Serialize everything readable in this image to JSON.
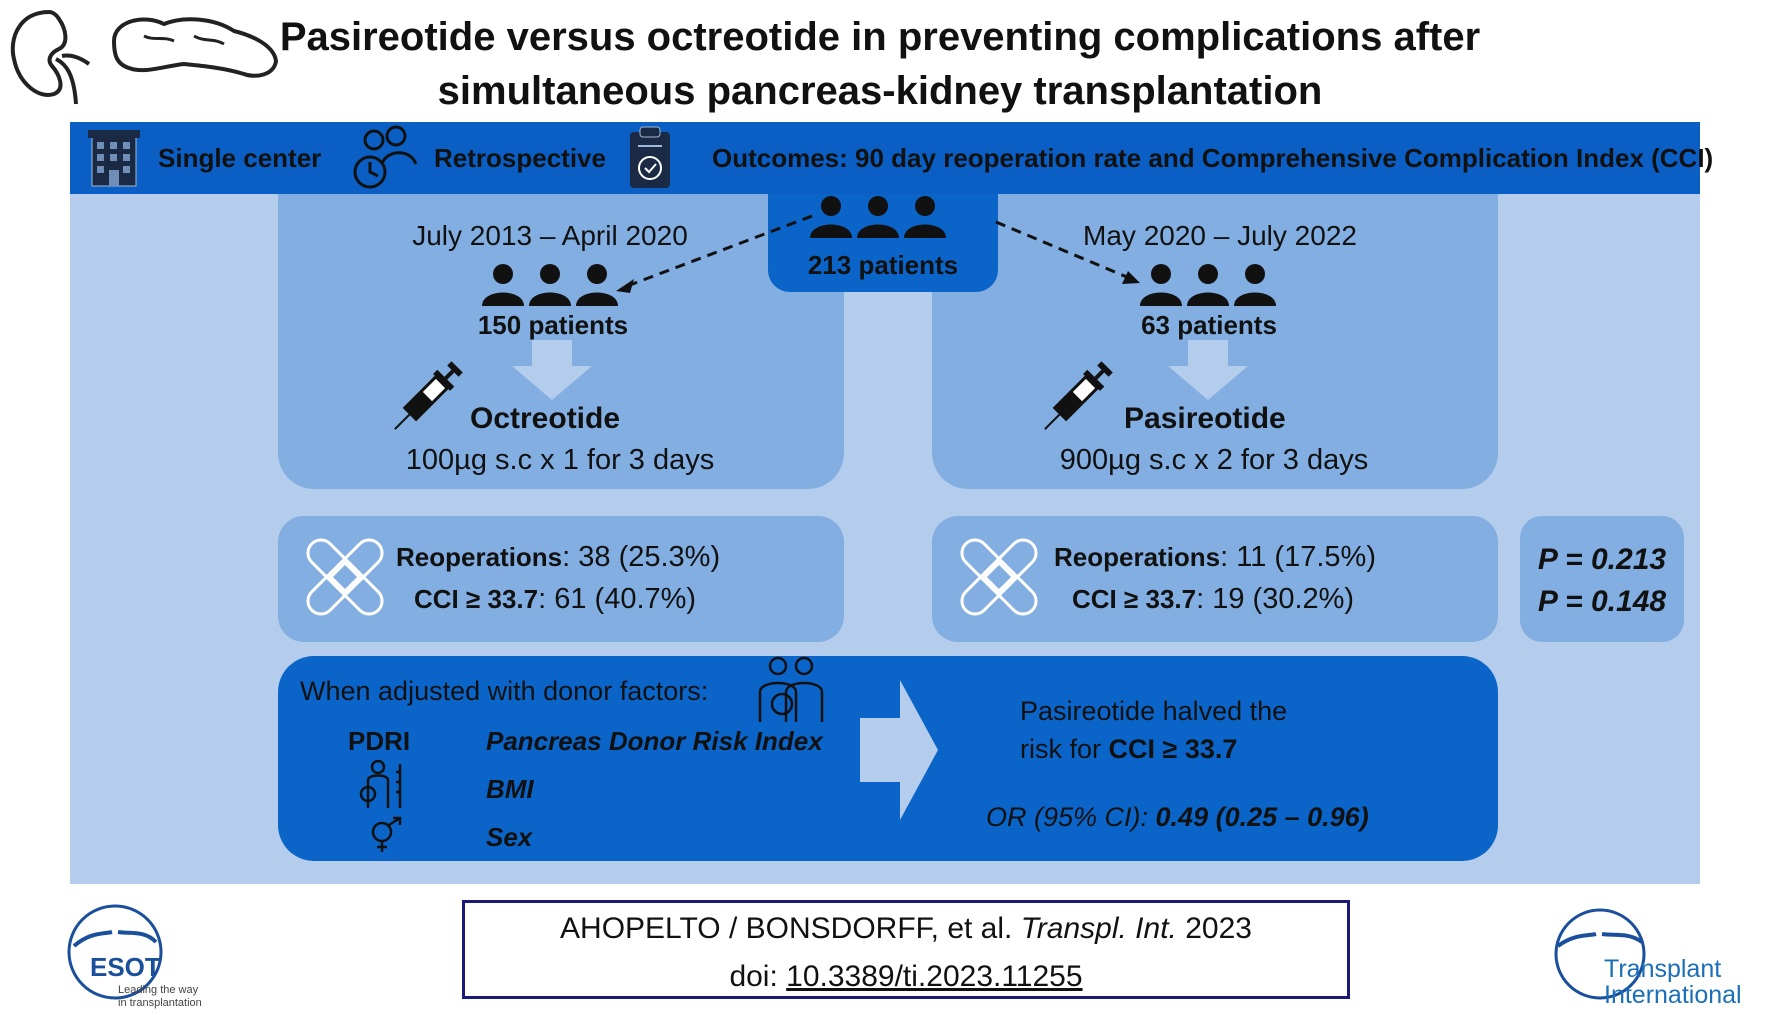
{
  "title": {
    "line1": "Pasireotide versus octreotide in preventing complications after",
    "line2": "simultaneous pancreas-kidney transplantation"
  },
  "band": {
    "design1": "Single center",
    "design2": "Retrospective",
    "outcomes": "Outcomes: 90 day reoperation rate and Comprehensive Complication Index (CCI)"
  },
  "total": {
    "label": "213 patients"
  },
  "octreotide": {
    "period": "July 2013 – April 2020",
    "patients": "150 patients",
    "drug": "Octreotide",
    "dose": "100µg s.c x 1 for 3 days",
    "reop_label": "Reoperations",
    "reop_value": ": 38 (25.3%)",
    "cci_label": "CCI  ≥ 33.7",
    "cci_value": ": 61 (40.7%)"
  },
  "pasireotide": {
    "period": "May 2020 – July 2022",
    "patients": "63 patients",
    "drug": "Pasireotide",
    "dose": "900µg s.c x 2 for 3 days",
    "reop_label": "Reoperations",
    "reop_value": ": 11 (17.5%)",
    "cci_label": "CCI  ≥ 33.7",
    "cci_value": ": 19 (30.2%)"
  },
  "pvalues": {
    "p1": "P = 0.213",
    "p2": "P = 0.148"
  },
  "adjusted": {
    "heading": "When adjusted with donor factors:",
    "pdri_abbr": "PDRI",
    "pdri_full": "Pancreas Donor Risk Index",
    "bmi": "BMI",
    "sex": "Sex",
    "result_line1": "Pasireotide halved the",
    "result_line2_pre": "risk for ",
    "result_line2_bold": "CCI ≥ 33.7",
    "or_label": "OR (95% CI): ",
    "or_value": "0.49 (0.25 – 0.96)"
  },
  "citation": {
    "authors": "AHOPELTO / BONSDORFF, et al. ",
    "journal": "Transpl. Int.",
    "year": " 2023",
    "doi_label": "doi: ",
    "doi": "10.3389/ti.2023.11255"
  },
  "logos": {
    "esot": "ESOT",
    "esot_tag1": "Leading the way",
    "esot_tag2": "in transplantation",
    "ti1": "Transplant",
    "ti2": "International"
  },
  "colors": {
    "band": "#0b5fc4",
    "background": "#b4cdec",
    "panel": "#82aee2",
    "accent": "#0b64c8"
  }
}
